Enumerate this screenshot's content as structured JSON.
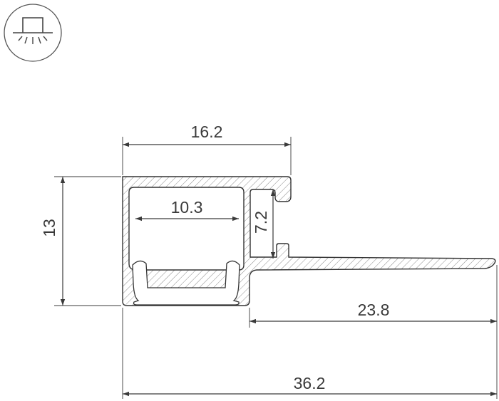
{
  "mounting_icon": {
    "name": "surface-mount-light-icon"
  },
  "dimensions": {
    "outer_width": "16.2",
    "inner_width": "10.3",
    "height": "13",
    "slot_height": "7.2",
    "flange_width": "23.8",
    "total_width": "36.2"
  },
  "colors": {
    "line": "#3a3a3a",
    "hatch": "#8a8a8a",
    "background": "#ffffff"
  }
}
